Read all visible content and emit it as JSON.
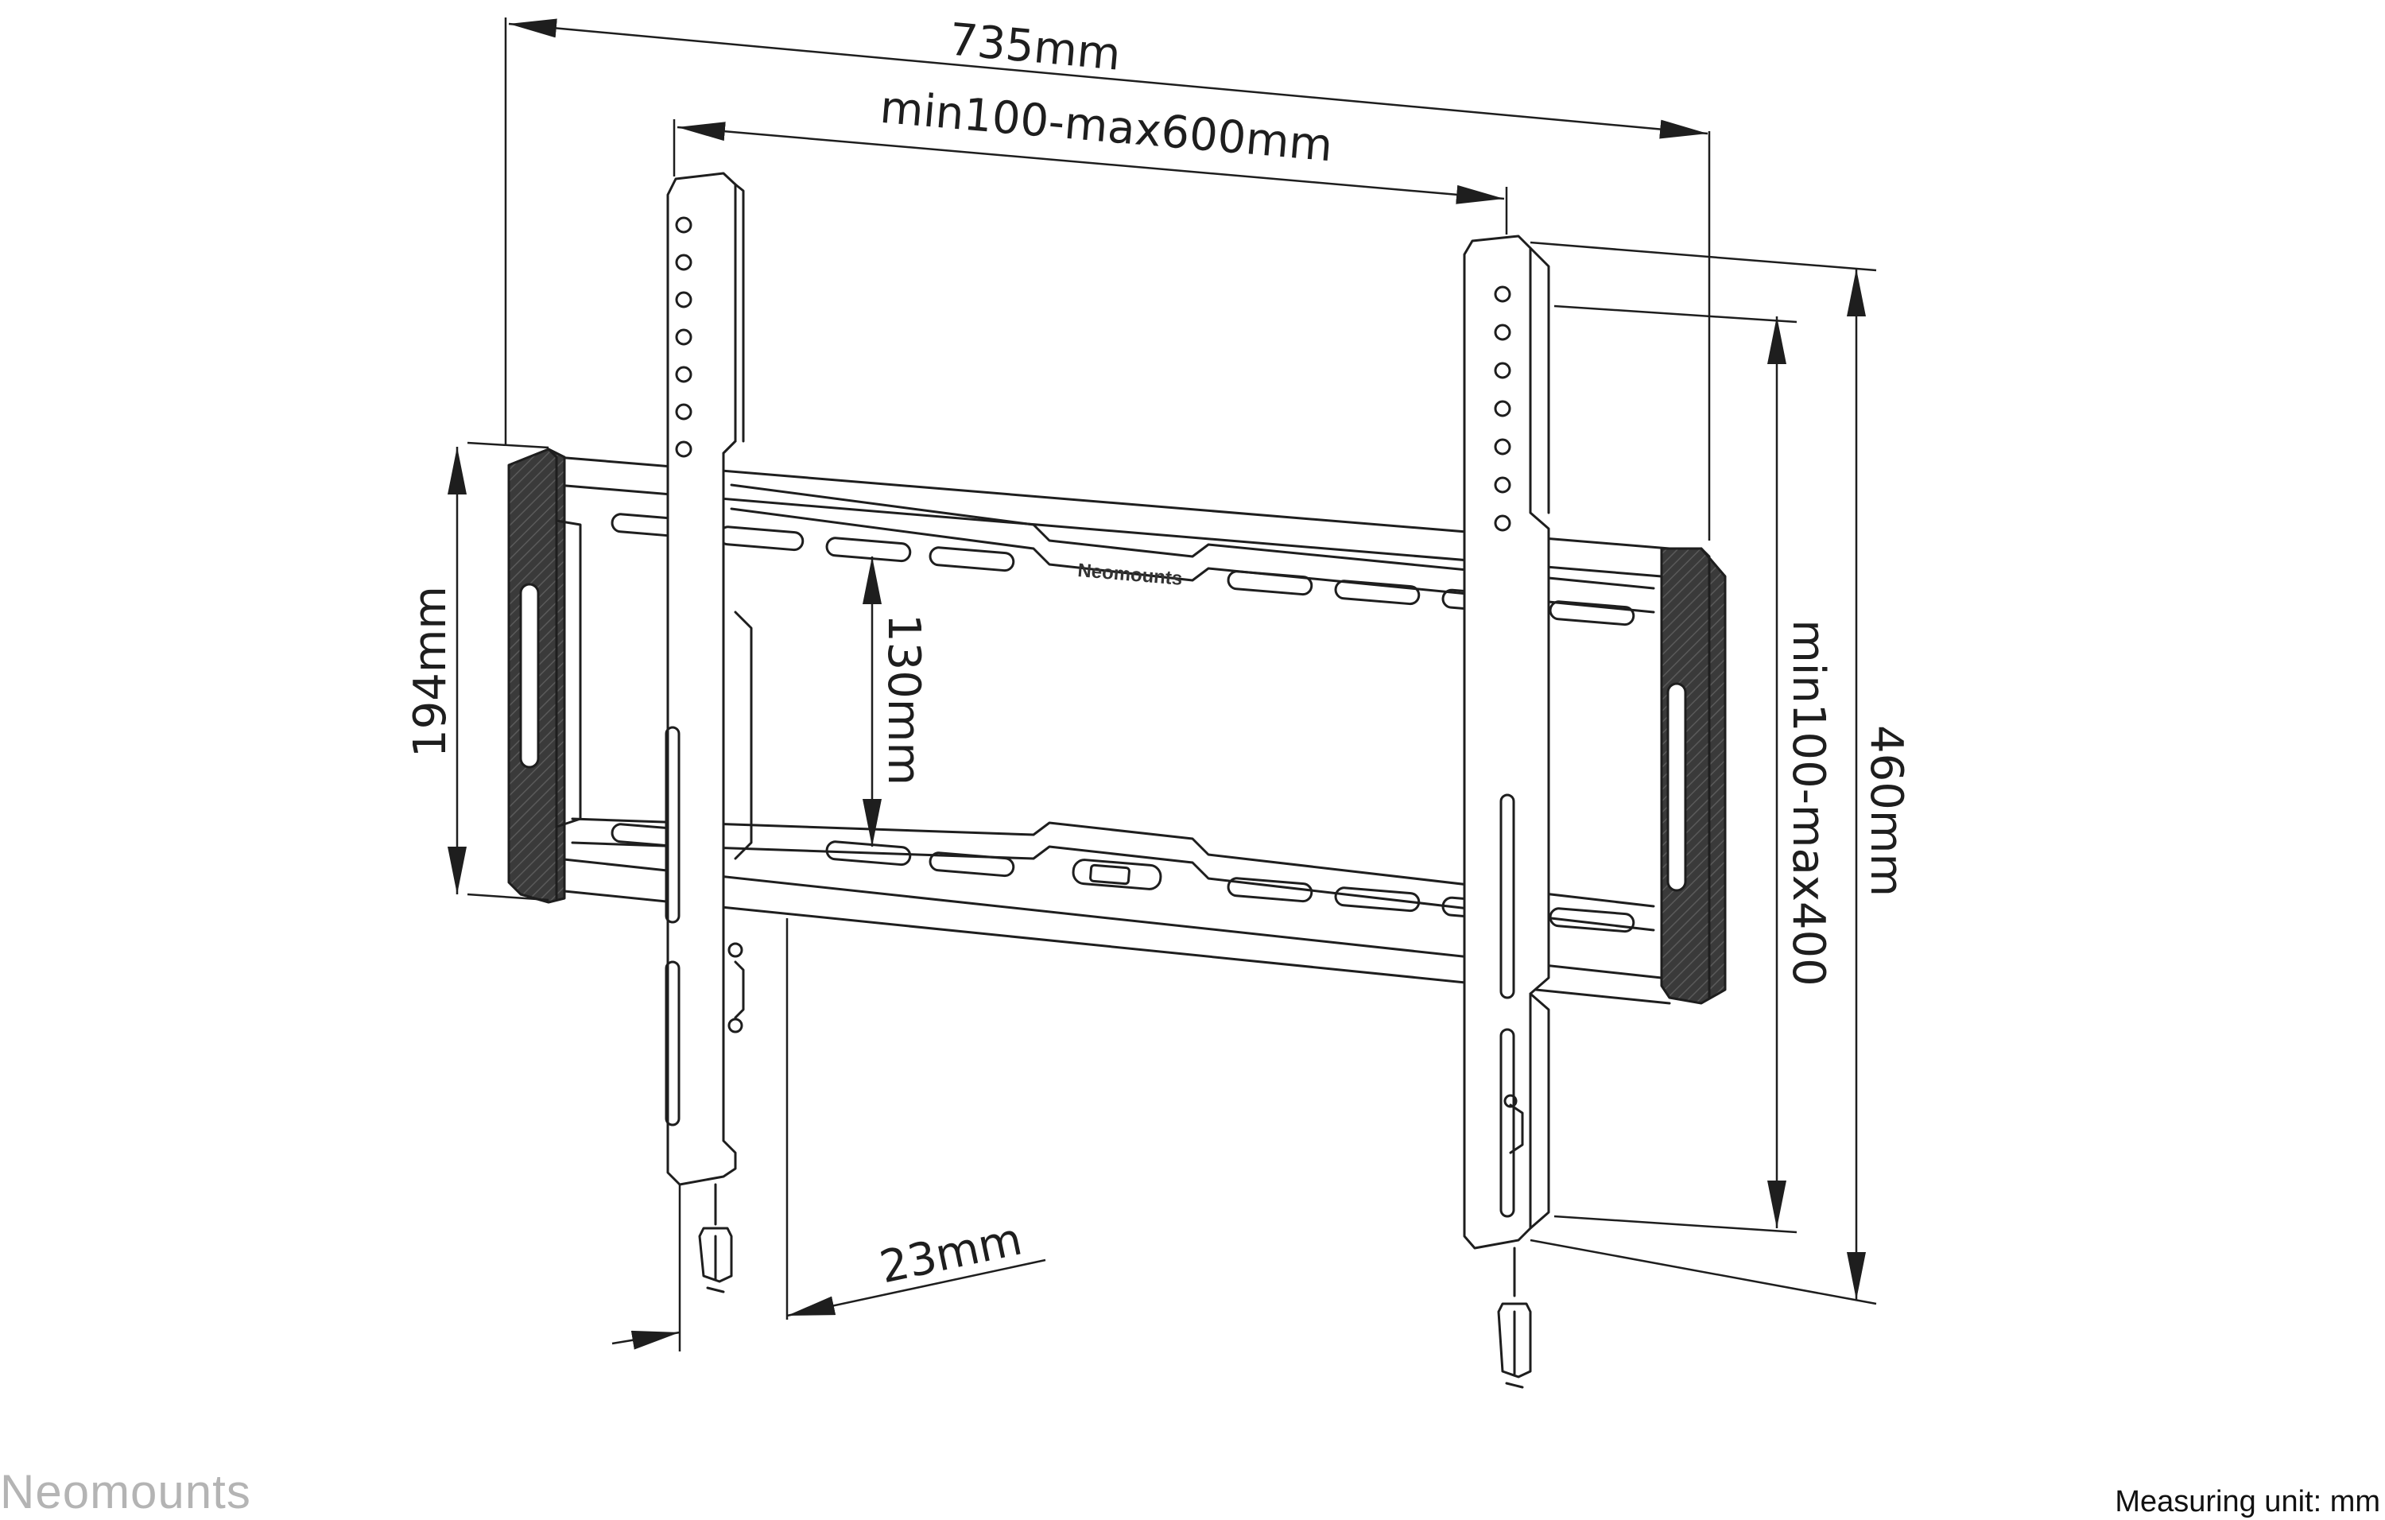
{
  "dimensions": {
    "total_width": "735mm",
    "vesa_width": "min100-max600mm",
    "depth": "23mm",
    "rail_height": "194mm",
    "rail_spacing": "130mm",
    "vesa_height": "min100-max400",
    "total_height": "460mm"
  },
  "product_logo": "Neomounts",
  "brand": "Neomounts",
  "measuring_unit": "Measuring unit: mm",
  "colors": {
    "line": "#1e1e1e",
    "end_cap": "#3a3a3a",
    "brand_gray": "#b4b4b4"
  }
}
